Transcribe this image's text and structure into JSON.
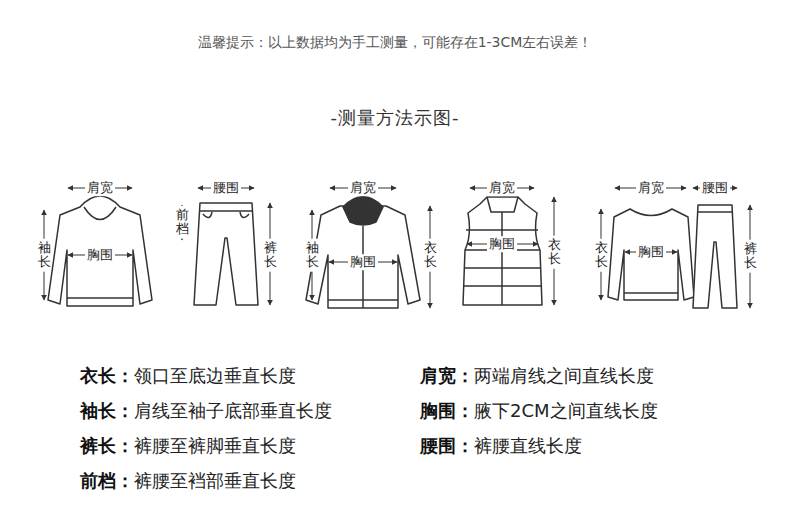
{
  "diagram": {
    "title": "-测量方法示图-",
    "labels": [
      "温馨提示：以上数据均为手工测量，可能存在1-3CM左右误差！",
      "肩宽",
      "袖长",
      "胸围",
      "腰围",
      "前档",
      "裤长",
      "肩宽",
      "袖长",
      "胸围",
      "衣长",
      "肩宽",
      "胸围",
      "衣长",
      "肩宽",
      "腰围",
      "衣长",
      "胸围",
      "裤长",
      "衣长：",
      "领口至底边垂直长度",
      "袖长：",
      "肩线至袖子底部垂直长度",
      "裤长：",
      "裤腰至裤脚垂直长度",
      "前档：",
      "裤腰至裆部垂直长度",
      "肩宽：",
      "两端肩线之间直线长度",
      "胸围：",
      "腋下2CM之间直线长度",
      "腰围：",
      "裤腰直线长度"
    ]
  }
}
